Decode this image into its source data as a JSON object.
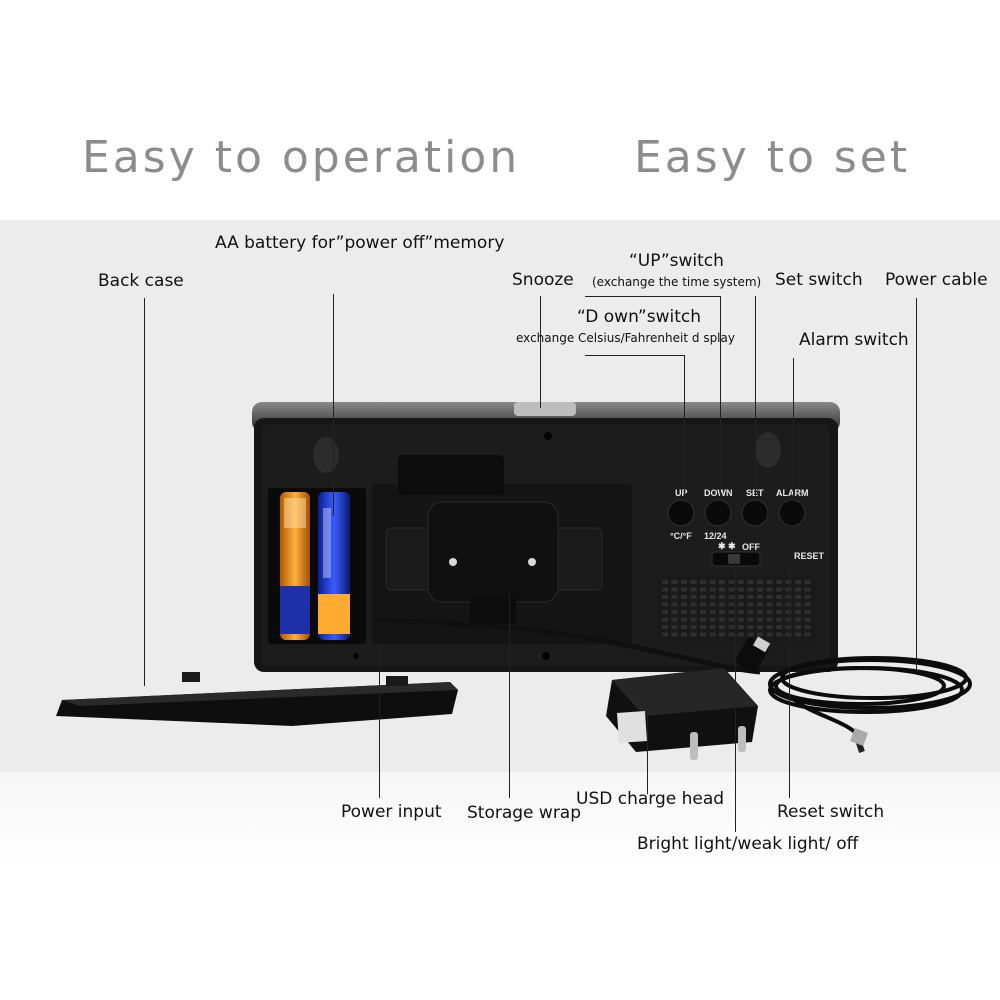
{
  "headings": {
    "left": "Easy to operation",
    "right": "Easy to set"
  },
  "labels": {
    "aa_battery": "AA battery for”power off”memory",
    "back_case": "Back case",
    "snooze": "Snooze",
    "up_switch": "“UP”switch",
    "up_switch_note": "(exchange the time system)",
    "set_switch": "Set switch",
    "power_cable": "Power cable",
    "down_switch": "“D own”switch",
    "down_switch_note": "exchange Celsius/Fahrenheit d splay",
    "alarm_switch": "Alarm switch",
    "power_input": "Power input",
    "storage_wrap": "Storage wrap",
    "usd_charge_head": "USD charge head",
    "reset_switch": "Reset switch",
    "brightness": "Bright light/weak light/ off"
  },
  "device_markings": {
    "btn_up": "UP",
    "btn_down": "DOWN",
    "btn_set": "SET",
    "btn_alarm": "ALARM",
    "unit_toggle": "°C/°F",
    "time_toggle": "12/24",
    "dim_off": "OFF",
    "reset": "RESET"
  },
  "colors": {
    "heading": "#8c8c8c",
    "band": "#ececec",
    "device": "#141414",
    "label": "#111111"
  }
}
